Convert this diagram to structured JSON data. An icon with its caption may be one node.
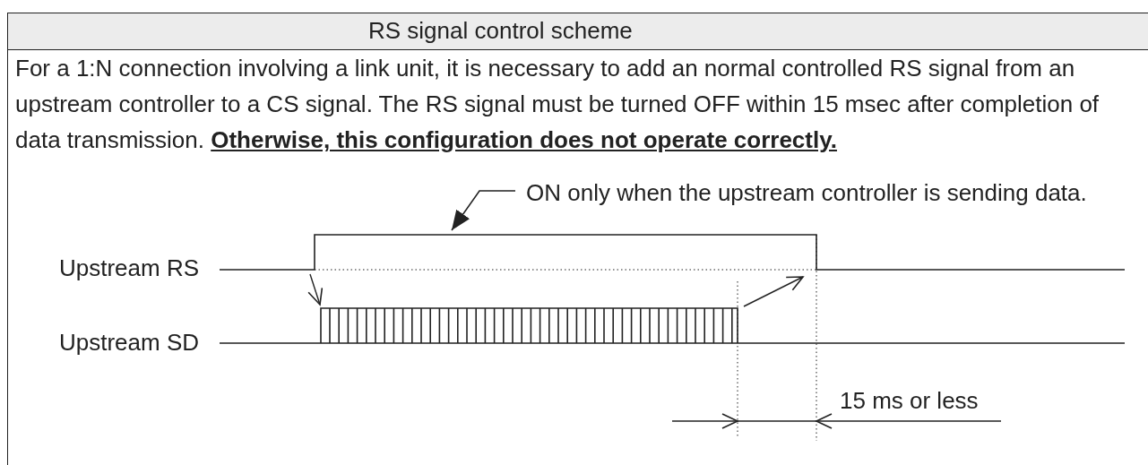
{
  "diagram": {
    "title": "RS signal control scheme",
    "nodes": [
      {
        "text": [
          "ON only when the upstream controller is sending data."
        ]
      },
      {
        "text": [],
        "shape": "box"
      },
      {
        "text": [],
        "shape": "box"
      }
    ],
    "edges": [
      {
        "from": 0,
        "to": 1,
        "arrow": "to"
      },
      {
        "from": 1,
        "to": 2,
        "arrow": "to"
      },
      {
        "from": 2,
        "to": 1,
        "arrow": "to"
      }
    ],
    "labels": [
      "For a 1:N connection involving a link unit, it is necessary to add an normal controlled RS signal from an upstream controller to a CS signal. The RS signal must be turned OFF within 15 msec after completion of data transmission. **Otherwise, this configuration does not operate correctly.**",
      "Upstream RS",
      "Upstream SD",
      "15 ms or less"
    ]
  }
}
